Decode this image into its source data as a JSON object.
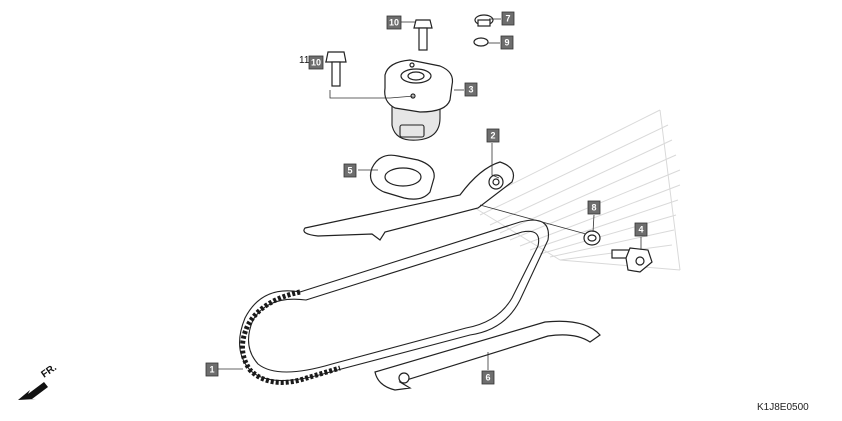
{
  "diagram": {
    "code": "K1J8E0500",
    "direction_label": "FR.",
    "loose_number": "11",
    "callouts": [
      {
        "id": "c1",
        "label": "1"
      },
      {
        "id": "c2",
        "label": "2"
      },
      {
        "id": "c3",
        "label": "3"
      },
      {
        "id": "c4",
        "label": "4"
      },
      {
        "id": "c5",
        "label": "5"
      },
      {
        "id": "c6",
        "label": "6"
      },
      {
        "id": "c7",
        "label": "7"
      },
      {
        "id": "c8",
        "label": "8"
      },
      {
        "id": "c9",
        "label": "9"
      },
      {
        "id": "c10a",
        "label": "10"
      },
      {
        "id": "c10b",
        "label": "10"
      }
    ]
  },
  "colors": {
    "callout_fill": "#6e6e6e",
    "watermark": "#d9d9d9",
    "line": "#222222"
  }
}
